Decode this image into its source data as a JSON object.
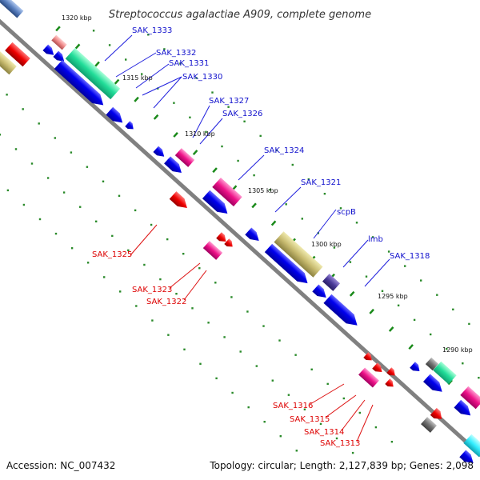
{
  "title": "Streptococcus agalactiae A909, complete genome",
  "footer": {
    "accession": "Accession: NC_007432",
    "topology": "Topology: circular; Length: 2,127,839 bp; Genes: 2,098"
  },
  "ticks": [
    "1320 kbp",
    "1315 kbp",
    "1310 kbp",
    "1305 kbp",
    "1300 kbp",
    "1295 kbp",
    "1290 kbp"
  ],
  "labels_forward": [
    "SAK_1333",
    "SAK_1332",
    "SAK_1331",
    "SAK_1330",
    "SAK_1327",
    "SAK_1326",
    "SAK_1324",
    "SAK_1321",
    "scpB",
    "lmb",
    "SAK_1318"
  ],
  "labels_reverse": [
    "SAK_1325",
    "SAK_1323",
    "SAK_1322",
    "SAK_1316",
    "SAK_1315",
    "SAK_1314",
    "SAK_1313"
  ],
  "colors": {
    "cds": "#0000ee",
    "forward_label": "#1010cc",
    "reverse_label": "#dd0000",
    "backbone": "#808080",
    "tick": "#1a8a1a"
  }
}
